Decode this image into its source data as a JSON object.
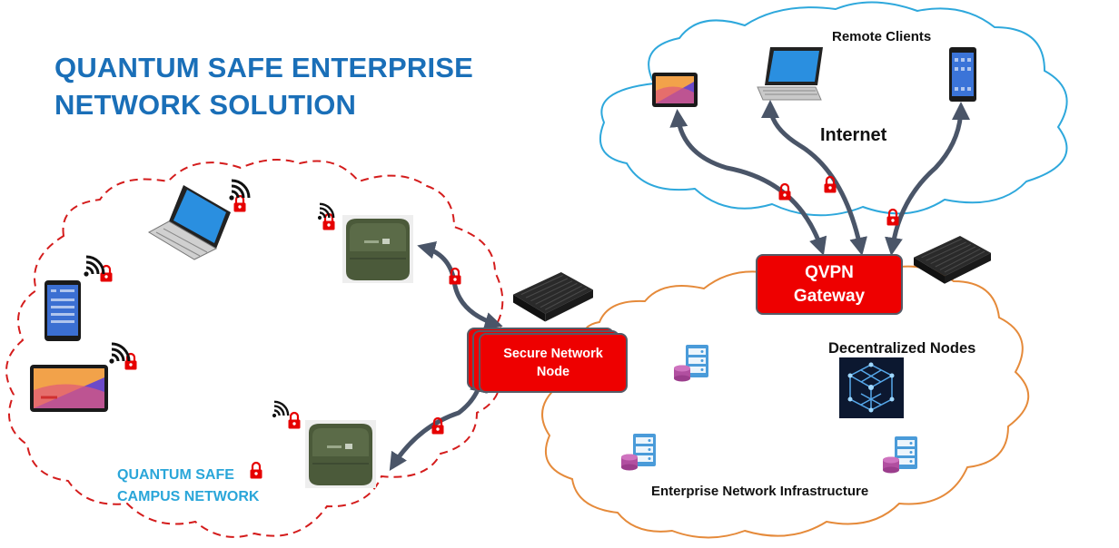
{
  "title": {
    "line1": "QUANTUM SAFE ENTERPRISE",
    "line2": "NETWORK SOLUTION"
  },
  "labels": {
    "remote_clients": "Remote Clients",
    "internet": "Internet",
    "qvpn_line1": "QVPN",
    "qvpn_line2": "Gateway",
    "secure_node_line1": "Secure Network",
    "secure_node_line2": "Node",
    "decentralized_nodes": "Decentralized Nodes",
    "enterprise_infra": "Enterprise Network Infrastructure",
    "campus_line1": "QUANTUM SAFE",
    "campus_line2": "CAMPUS NETWORK"
  },
  "icons": [
    "tablet-icon",
    "laptop-icon",
    "smartphone-icon",
    "wifi-icon",
    "padlock-icon",
    "router-icon",
    "server-database-icon",
    "blockchain-cube-icon",
    "mini-pc-icon"
  ],
  "colors": {
    "title": "#1a6fb8",
    "campus": "#2aa6d9",
    "box": "#ee0000",
    "lock": "#e60000",
    "arrow": "#4a5568",
    "internet_cloud": "#2ea8dc",
    "enterprise_cloud": "#e58a3a",
    "campus_cloud": "#d41c1c"
  }
}
